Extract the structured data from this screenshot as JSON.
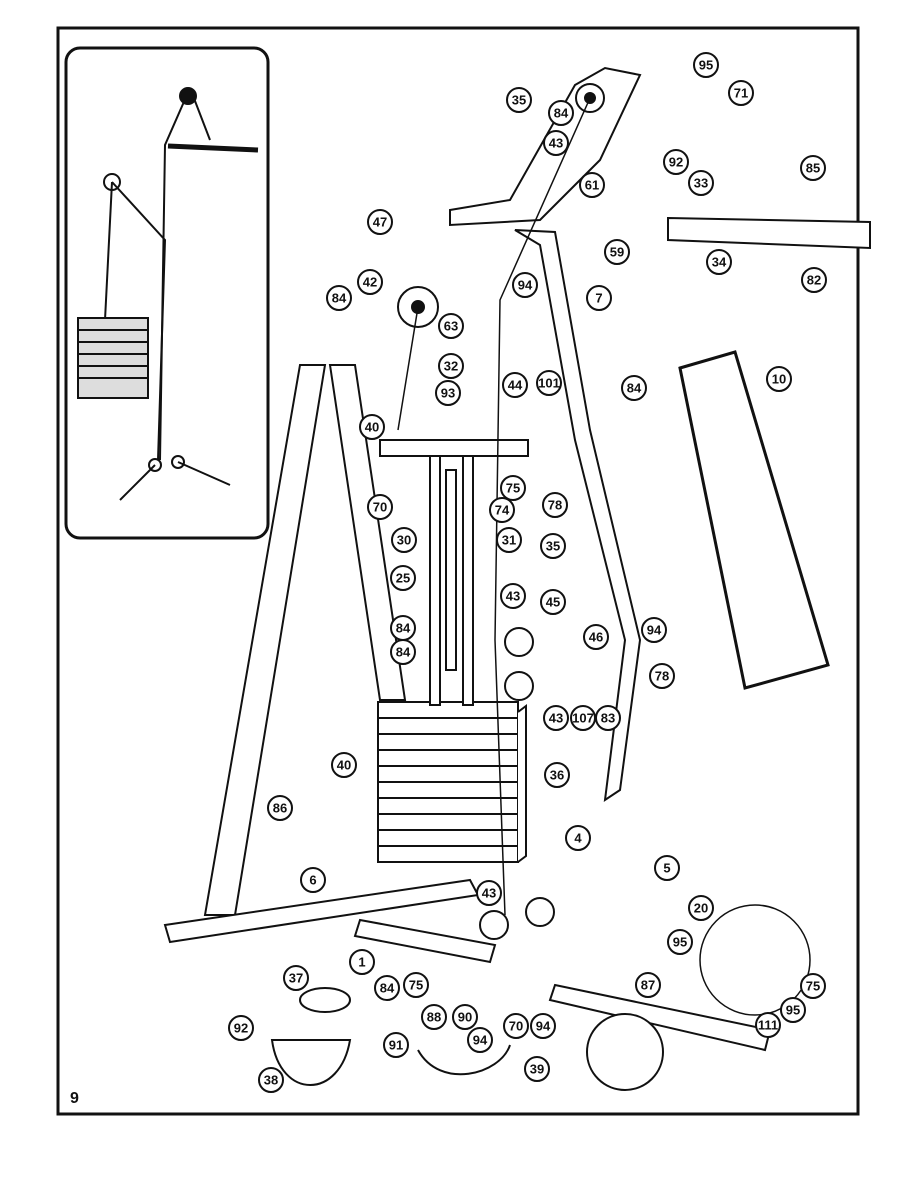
{
  "page_number": "9",
  "callouts": [
    "95",
    "71",
    "35",
    "84",
    "43",
    "92",
    "33",
    "85",
    "61",
    "47",
    "59",
    "34",
    "82",
    "42",
    "94",
    "7",
    "84",
    "63",
    "32",
    "93",
    "44",
    "101",
    "84",
    "10",
    "40",
    "75",
    "70",
    "74",
    "78",
    "30",
    "31",
    "35",
    "25",
    "43",
    "45",
    "94",
    "46",
    "84",
    "84",
    "78",
    "43",
    "107",
    "83",
    "40",
    "36",
    "86",
    "4",
    "5",
    "6",
    "43",
    "20",
    "1",
    "95",
    "84",
    "75",
    "75",
    "37",
    "87",
    "95",
    "92",
    "88",
    "90",
    "70",
    "94",
    "111",
    "91",
    "94",
    "39",
    "38"
  ]
}
